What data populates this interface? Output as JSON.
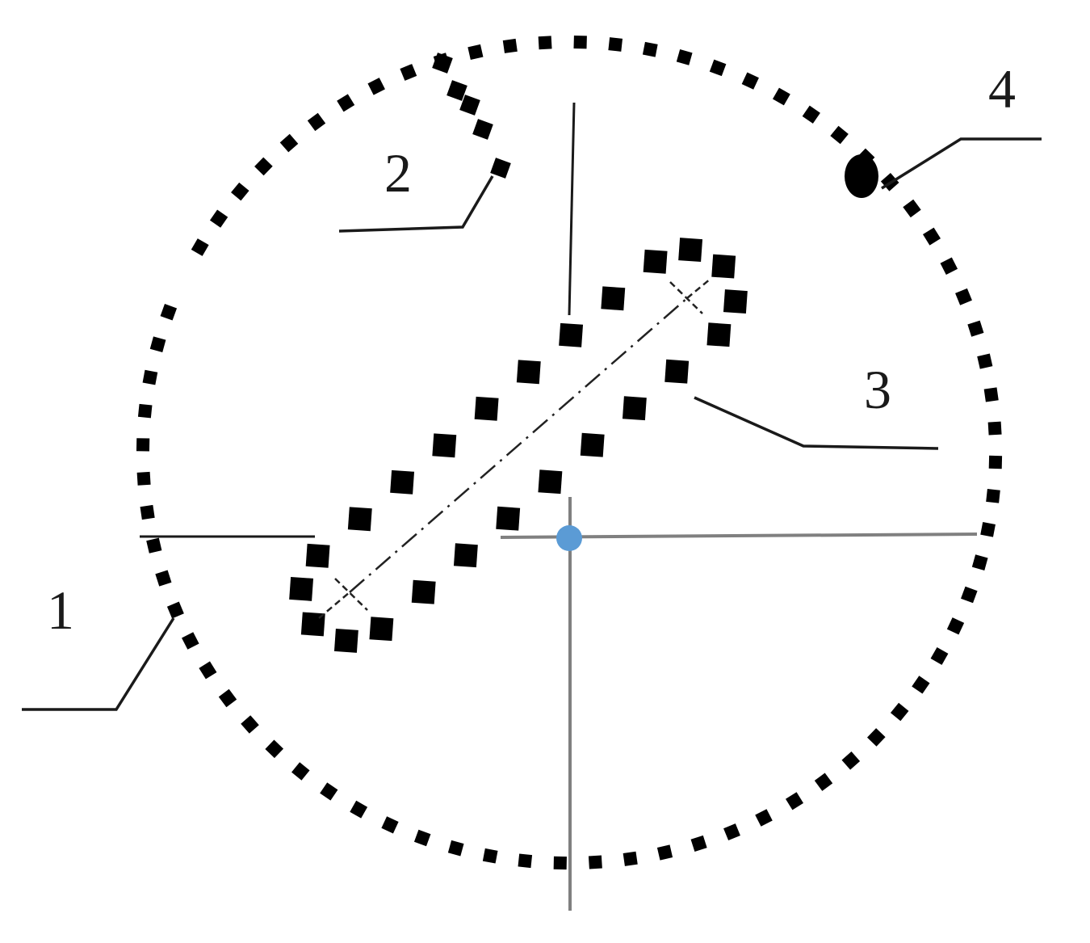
{
  "callouts": [
    {
      "id": "1",
      "label": "1"
    },
    {
      "id": "2",
      "label": "2"
    },
    {
      "id": "3",
      "label": "3"
    },
    {
      "id": "4",
      "label": "4"
    }
  ],
  "colors": {
    "dots": "#000000",
    "leader": "#1a1a1a",
    "axis": "#808080",
    "centerline": "#222222",
    "origin": "#5b9bd5",
    "label": "#1a1a1a"
  }
}
